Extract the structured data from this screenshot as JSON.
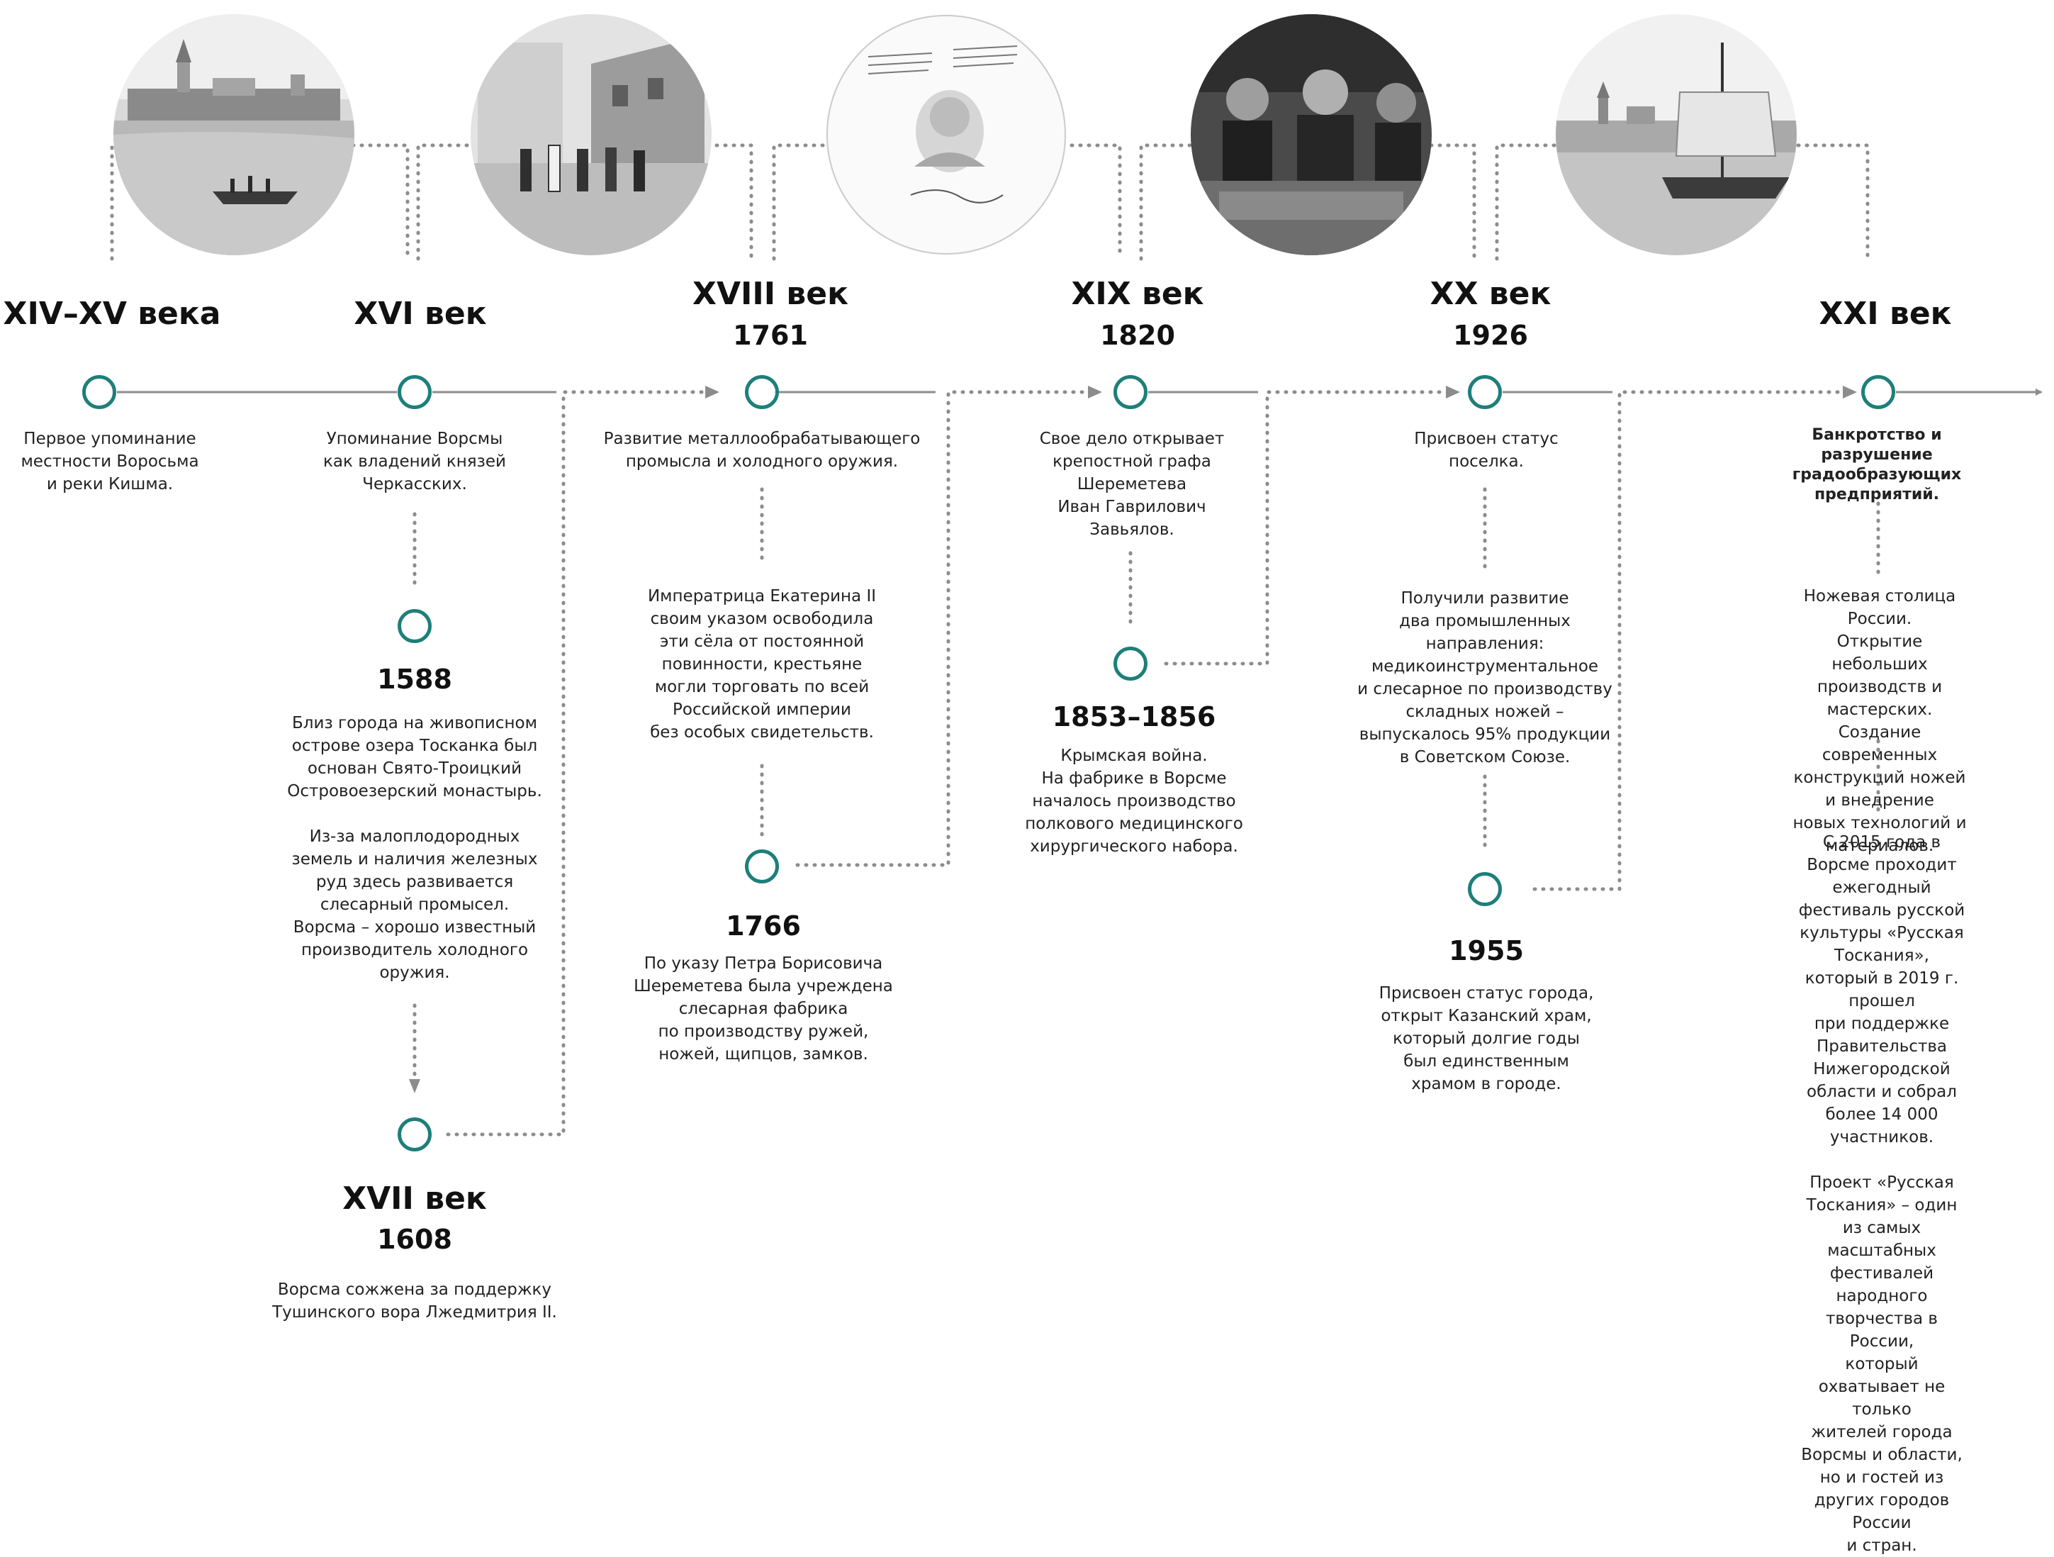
{
  "colors": {
    "node_ring": "#1e7f7a",
    "line": "#8c8c8c",
    "dotted": "#8c8c8c",
    "text": "#1a1a1a"
  },
  "photos": [
    {
      "name": "photo-monastery-lake",
      "subject": "monastery on a lake with boat"
    },
    {
      "name": "photo-street-crowd",
      "subject": "people on a village street"
    },
    {
      "name": "photo-decree-portrait",
      "subject": "decree with portrait of Catherine II"
    },
    {
      "name": "photo-factory-workers",
      "subject": "workers at a knife factory"
    },
    {
      "name": "photo-viking-boat",
      "subject": "festival boat with a sail on a lake"
    }
  ],
  "columns": {
    "c1": {
      "era": "XIV–XV века",
      "desc": "Первое упоминание\nместности Воросьма\nи реки Кишма."
    },
    "c2": {
      "era": "XVI век",
      "desc": "Упоминание Ворсмы\nкак владений князей\nЧеркасских.",
      "y1588": "1588",
      "desc1588": "Близ города на живописном\nострове озера Тосканка был\nоснован Свято-Троицкий\nОстровоезерский монастырь.\n\nИз-за малоплодородных\nземель и наличия железных\nруд здесь развивается\nслесарный промысел.\nВорсма – хорошо известный\nпроизводитель холодного\nоружия.",
      "era17": "XVII век",
      "y1608": "1608",
      "desc1608": "Ворсма сожжена за поддержку\nТушинского вора Лжедмитрия II."
    },
    "c3": {
      "era": "XVIII век",
      "year": "1761",
      "desc": "Развитие металлообрабатывающего\nпромысла и холодного оружия.",
      "desc2": "Императрица Екатерина II\nсвоим указом освободила\nэти сёла от постоянной\nповинности, крестьяне\nмогли торговать по всей\nРоссийской империи\nбез особых свидетельств.",
      "y1766": "1766",
      "desc1766": "По указу Петра Борисовича\nШереметева была учреждена\nслесарная фабрика\nпо производству ружей,\nножей, щипцов, замков."
    },
    "c4": {
      "era": "XIX век",
      "year": "1820",
      "desc": "Свое дело открывает\nкрепостной графа\nШереметева\nИван Гаврилович\nЗавьялов.",
      "y1853": "1853–1856",
      "desc1853": "Крымская война.\nНа фабрике в Ворсме\nначалось производство\nполкового медицинского\nхирургического набора."
    },
    "c5": {
      "era": "XX век",
      "year": "1926",
      "desc": "Присвоен статус\nпоселка.",
      "desc2": "Получили развитие\nдва промышленных\nнаправления:\nмедикоинструментальное\nи слесарное по производству\nскладных ножей –\nвыпускалось 95% продукции\nв Советском Союзе.",
      "y1955": "1955",
      "desc1955": "Присвоен статус города,\nоткрыт Казанский храм,\nкоторый долгие годы\nбыл единственным\nхрамом в городе."
    },
    "c6": {
      "era": "XXI век",
      "desc": "Банкротство и разрушение\nградообразующих\nпредприятий.",
      "desc2": "Ножевая столица России.\nОткрытие небольших\nпроизводств и мастерских.\nСоздание современных\nконструкций ножей и внедрение\nновых технологий и материалов.",
      "desc3": "С 2015 года в Ворсме проходит\nежегодный фестиваль русской\nкультуры «Русская Тоскания»,\nкоторый в 2019 г. прошел\nпри поддержке Правительства\nНижегородской области  и собрал\nболее 14 000 участников.\n\nПроект «Русская Тоскания» – один\nиз самых масштабных фестивалей\nнародного творчества в России,\nкоторый охватывает не только\nжителей города Ворсмы и области,\nно и гостей из других городов России\nи стран."
    }
  }
}
